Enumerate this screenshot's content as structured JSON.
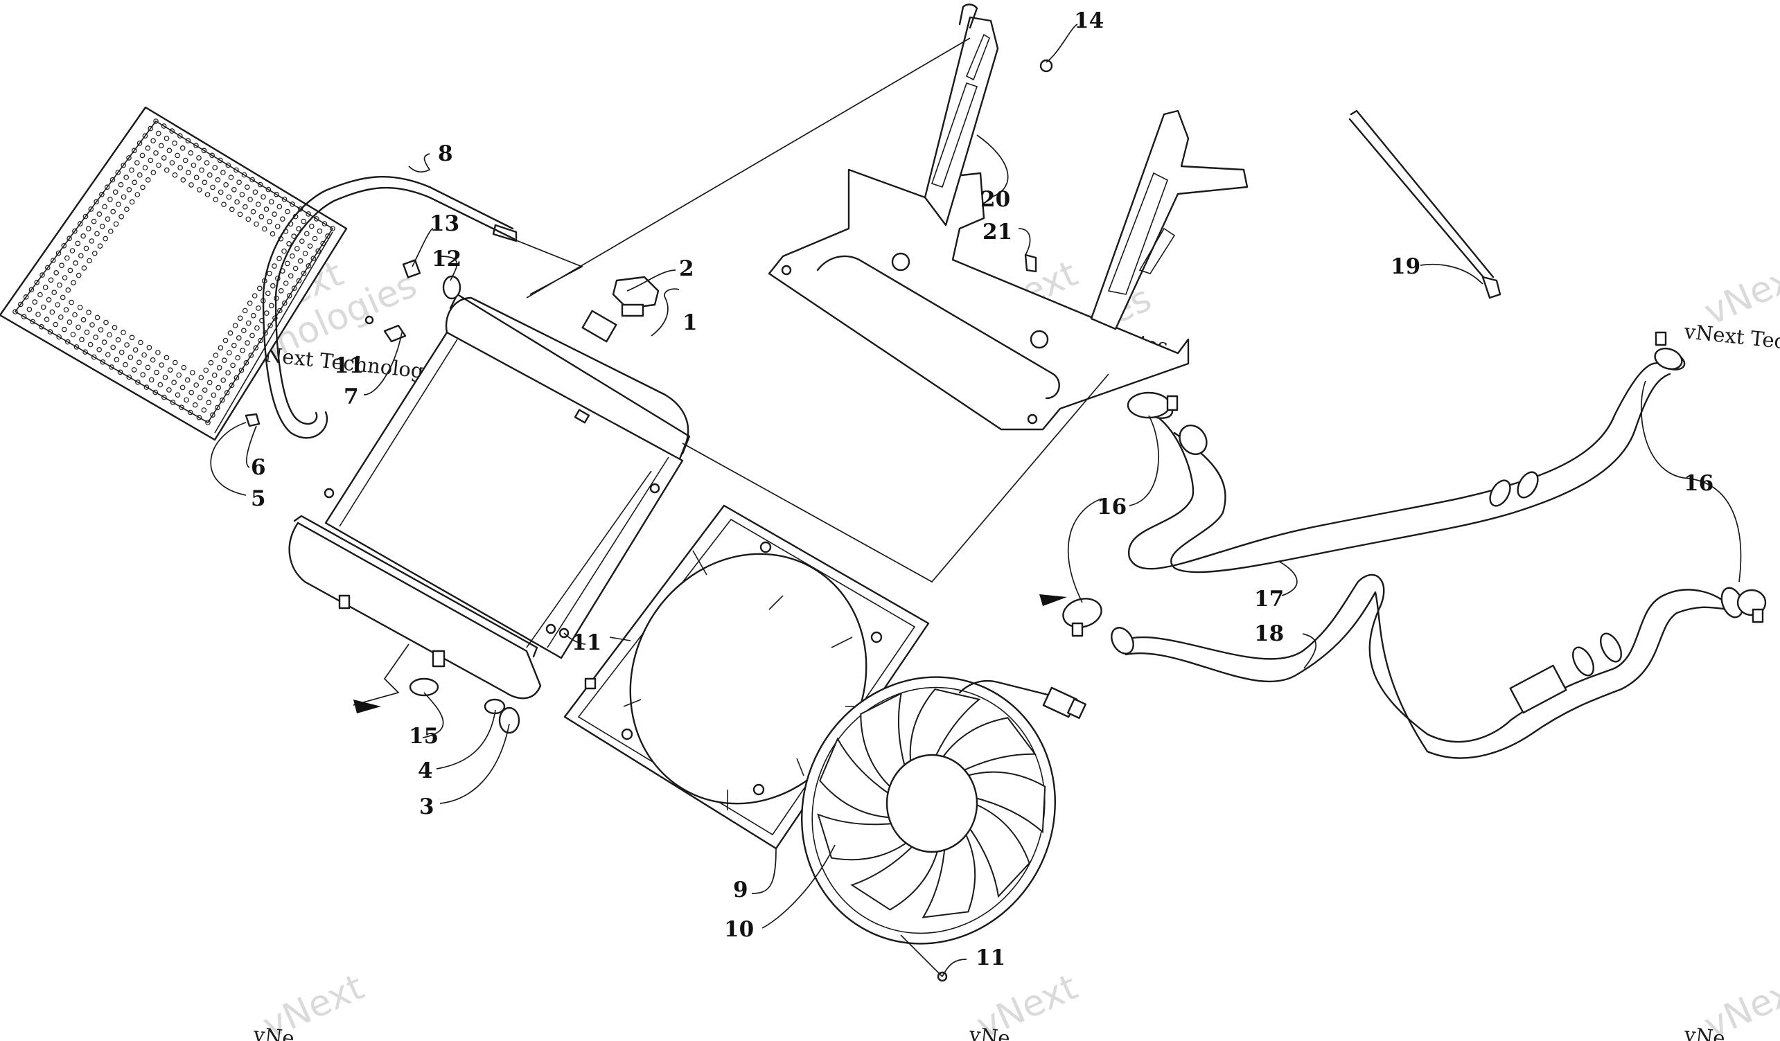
{
  "diagram": {
    "callouts": [
      "1",
      "2",
      "3",
      "4",
      "5",
      "6",
      "7",
      "8",
      "9",
      "10",
      "11",
      "11",
      "11",
      "12",
      "13",
      "14",
      "15",
      "16",
      "16",
      "17",
      "18",
      "19",
      "20",
      "21"
    ],
    "watermark": {
      "small_text": "vNext Technologies",
      "big_line1": "vNext",
      "big_line2": "Technologies",
      "partial_right": "vNext Tec",
      "partial_bottom": "vNe"
    }
  }
}
